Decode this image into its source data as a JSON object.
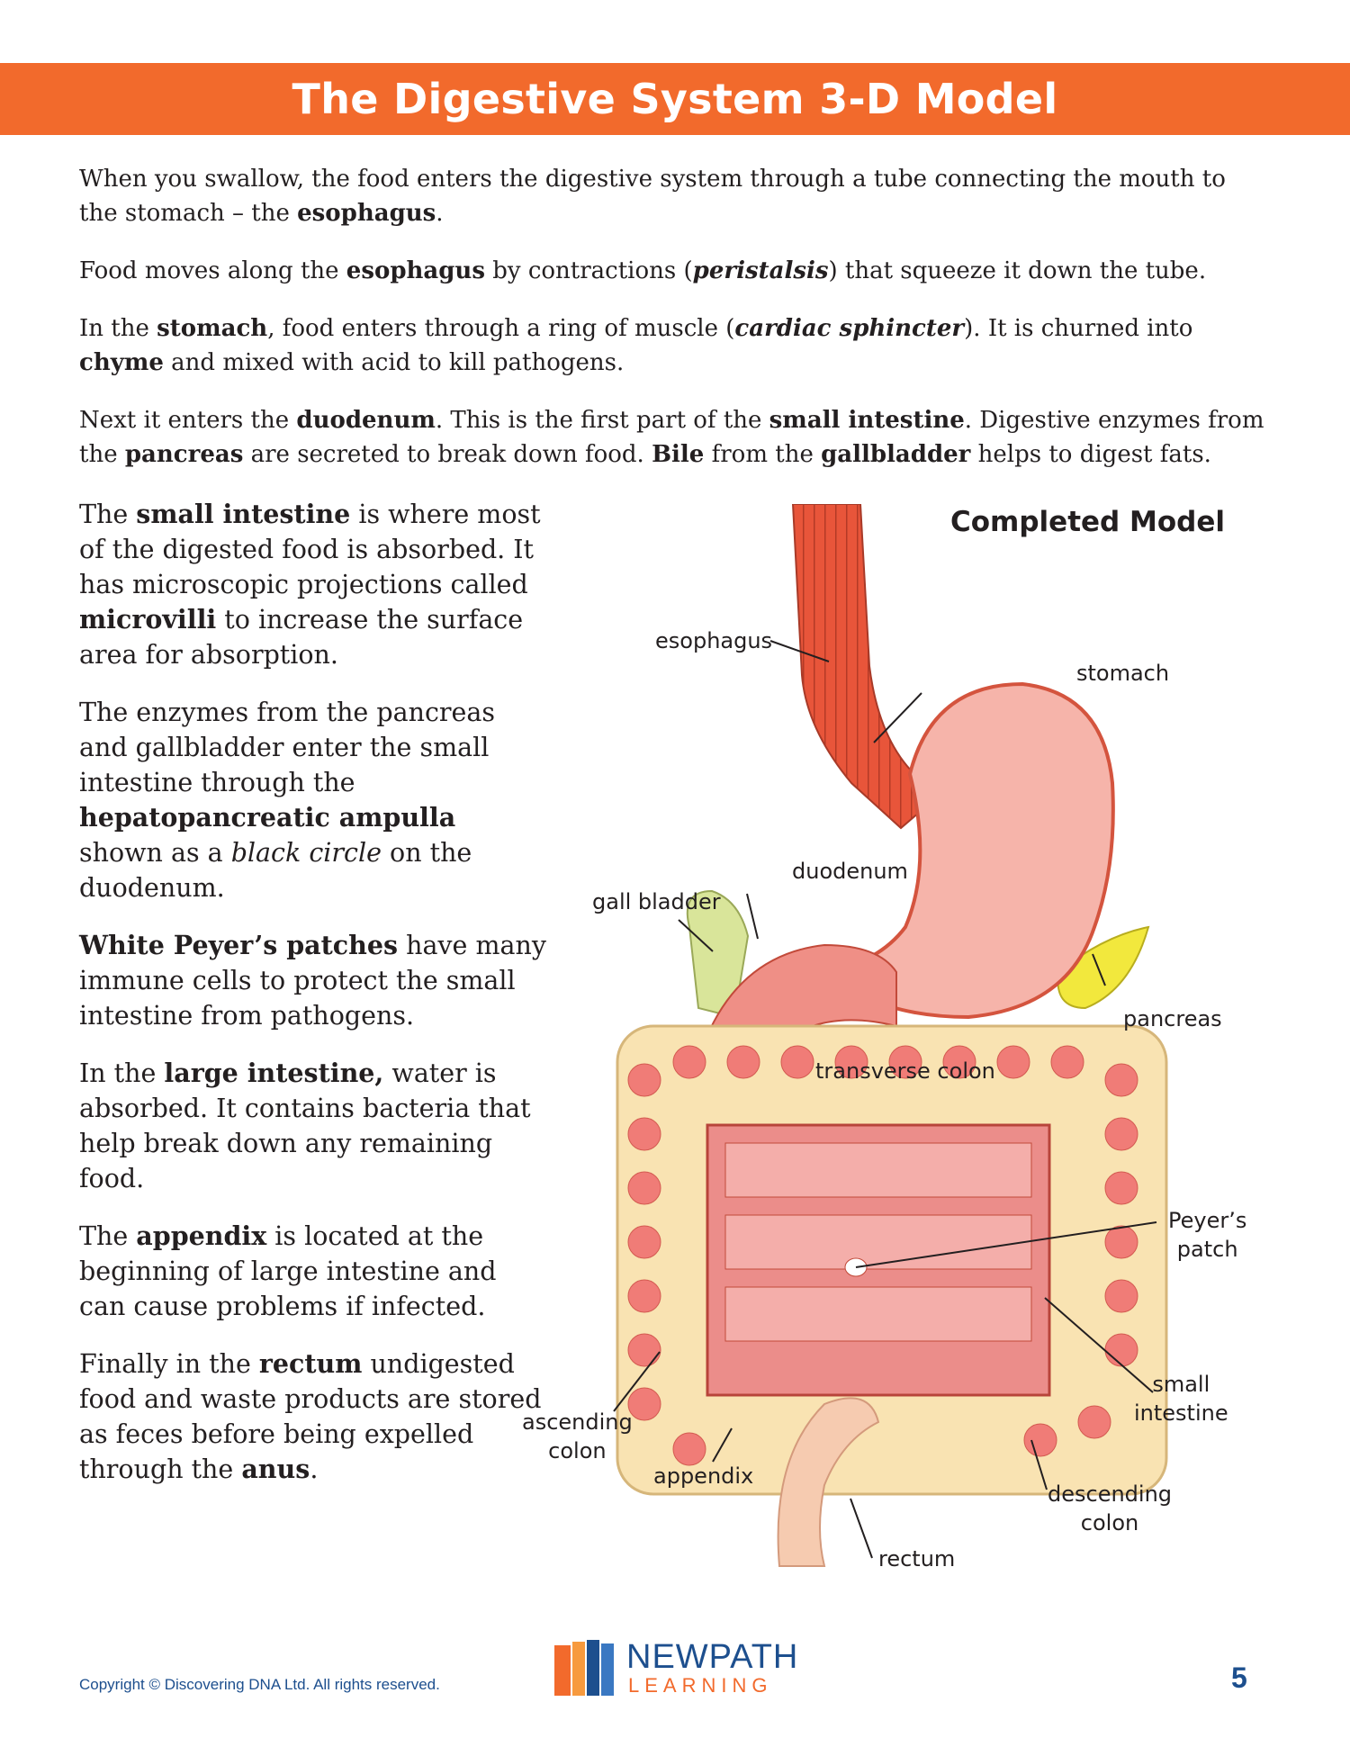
{
  "title": "The Digestive System 3-D Model",
  "intro": [
    [
      {
        "t": "When you swallow, the food enters the digestive system through a tube connecting the mouth to the stomach – the "
      },
      {
        "t": "esophagus",
        "b": true
      },
      {
        "t": "."
      }
    ],
    [
      {
        "t": "Food moves along the "
      },
      {
        "t": "esophagus",
        "b": true
      },
      {
        "t": " by contractions ("
      },
      {
        "t": "peristalsis",
        "b": true,
        "i": true
      },
      {
        "t": ") that squeeze it down the tube."
      }
    ],
    [
      {
        "t": "In the "
      },
      {
        "t": "stomach",
        "b": true
      },
      {
        "t": ", food enters through a ring of muscle ("
      },
      {
        "t": "cardiac sphincter",
        "b": true,
        "i": true
      },
      {
        "t": "). It is churned into "
      },
      {
        "t": "chyme",
        "b": true
      },
      {
        "t": " and mixed with acid to kill pathogens."
      }
    ],
    [
      {
        "t": "Next it enters the "
      },
      {
        "t": "duodenum",
        "b": true
      },
      {
        "t": ". This is the first part of the "
      },
      {
        "t": "small intestine",
        "b": true
      },
      {
        "t": ". Digestive enzymes from the "
      },
      {
        "t": "pancreas",
        "b": true
      },
      {
        "t": " are secreted to break down food. "
      },
      {
        "t": "Bile",
        "b": true
      },
      {
        "t": " from the "
      },
      {
        "t": "gallbladder",
        "b": true
      },
      {
        "t": " helps to digest fats."
      }
    ]
  ],
  "column": [
    [
      {
        "t": "The "
      },
      {
        "t": "small intestine",
        "b": true
      },
      {
        "t": " is where most of the digested food is absorbed. It has microscopic projections called "
      },
      {
        "t": "microvilli",
        "b": true
      },
      {
        "t": " to increase the surface area for absorption."
      }
    ],
    [
      {
        "t": "The enzymes from the pancreas and gallbladder enter the small intestine through the "
      },
      {
        "t": "hepatopancreatic ampulla",
        "b": true
      },
      {
        "t": " shown as a "
      },
      {
        "t": "black circle",
        "i": true
      },
      {
        "t": " on the duodenum."
      }
    ],
    [
      {
        "t": "White Peyer’s patches",
        "b": true
      },
      {
        "t": " have many immune cells to protect the small intestine from pathogens."
      }
    ],
    [
      {
        "t": "In the "
      },
      {
        "t": "large intestine,",
        "b": true
      },
      {
        "t": " water is absorbed. It contains bacteria that help break down any remaining food."
      }
    ],
    [
      {
        "t": "The "
      },
      {
        "t": "appendix",
        "b": true
      },
      {
        "t": " is located at the beginning of large intestine and can cause problems if infected."
      }
    ],
    [
      {
        "t": "Finally in the "
      },
      {
        "t": "rectum",
        "b": true
      },
      {
        "t": " undigested food and waste products are stored as feces before being expelled through the "
      },
      {
        "t": "anus",
        "b": true
      },
      {
        "t": "."
      }
    ]
  ],
  "model_title": "Completed Model",
  "labels": {
    "esophagus": "esophagus",
    "stomach": "stomach",
    "duodenum": "duodenum",
    "gall_bladder": "gall bladder",
    "pancreas": "pancreas",
    "transverse_colon": "transverse colon",
    "peyers_patch": "Peyer’s\npatch",
    "small_intestine": "small\nintestine",
    "ascending_colon": "ascending\ncolon",
    "appendix": "appendix",
    "descending_colon": "descending\ncolon",
    "rectum": "rectum"
  },
  "footer": {
    "copyright": "Copyright © Discovering DNA Ltd. All rights reserved.",
    "page_number": "5",
    "logo_top": "NEWPATH",
    "logo_bottom": "LEARNING"
  },
  "colors": {
    "banner": "#f26a2c",
    "brand_blue": "#1d4f8e",
    "brand_orange": "#f26a2c"
  }
}
